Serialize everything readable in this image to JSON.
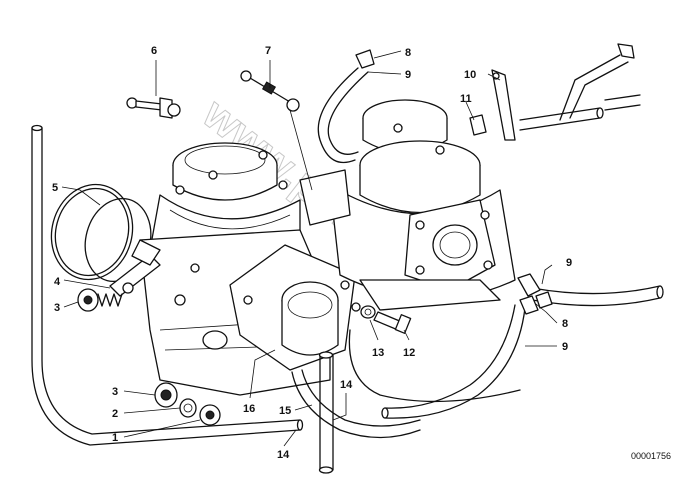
{
  "watermark": "www.ps...ce.pl",
  "drawing_code": "00001756",
  "callouts": [
    {
      "id": "c6a",
      "text": "6"
    },
    {
      "id": "c7",
      "text": "7"
    },
    {
      "id": "c8a",
      "text": "8"
    },
    {
      "id": "c9a",
      "text": "9"
    },
    {
      "id": "c10",
      "text": "10"
    },
    {
      "id": "c11",
      "text": "11"
    },
    {
      "id": "c5",
      "text": "5"
    },
    {
      "id": "c4",
      "text": "4"
    },
    {
      "id": "c3a",
      "text": "3"
    },
    {
      "id": "c9b",
      "text": "9"
    },
    {
      "id": "c8b",
      "text": "8"
    },
    {
      "id": "c9c",
      "text": "9"
    },
    {
      "id": "c13",
      "text": "13"
    },
    {
      "id": "c12",
      "text": "12"
    },
    {
      "id": "c14a",
      "text": "14"
    },
    {
      "id": "c15",
      "text": "15"
    },
    {
      "id": "c16",
      "text": "16"
    },
    {
      "id": "c3b",
      "text": "3"
    },
    {
      "id": "c2",
      "text": "2"
    },
    {
      "id": "c1",
      "text": "1"
    },
    {
      "id": "c14b",
      "text": "14"
    }
  ]
}
